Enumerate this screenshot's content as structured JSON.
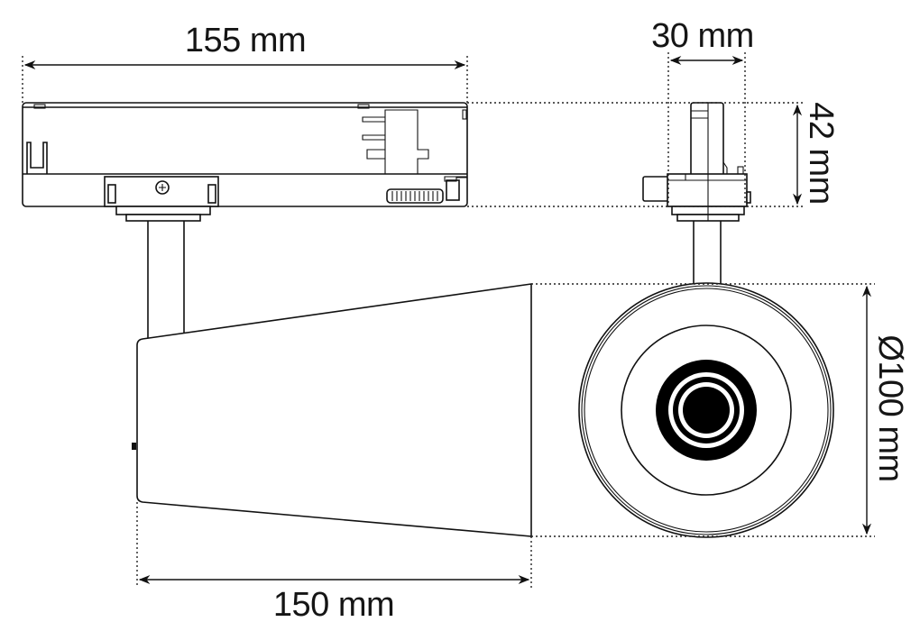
{
  "diagram": {
    "type": "technical-dimension-drawing",
    "subject": "track spotlight (side view and front view)",
    "dimensions": {
      "adapter_length": {
        "label": "155 mm",
        "value": 155,
        "unit": "mm"
      },
      "adapter_width": {
        "label": "30 mm",
        "value": 30,
        "unit": "mm"
      },
      "adapter_height": {
        "label": "42 mm",
        "value": 42,
        "unit": "mm"
      },
      "head_diameter": {
        "label": "Ø100 mm",
        "value": 100,
        "unit": "mm"
      },
      "head_length": {
        "label": "150 mm",
        "value": 150,
        "unit": "mm"
      }
    },
    "views": [
      "side-view",
      "front-view"
    ],
    "colors": {
      "line": "#111111",
      "background": "#ffffff"
    }
  }
}
